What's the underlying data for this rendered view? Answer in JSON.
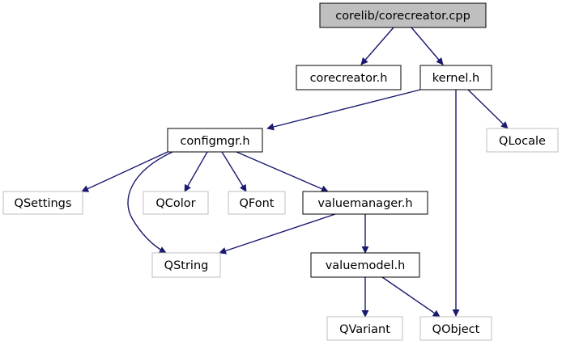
{
  "diagram": {
    "colors": {
      "edge": "#191970",
      "root_fill": "#bfbfbf",
      "documented_border": "#000000",
      "external_border": "#bfbfbf",
      "text": "#000000",
      "background": "#ffffff"
    },
    "nodes": {
      "corecreator_cpp": {
        "label": "corelib/corecreator.cpp",
        "kind": "root"
      },
      "corecreator_h": {
        "label": "corecreator.h",
        "kind": "documented"
      },
      "kernel_h": {
        "label": "kernel.h",
        "kind": "documented"
      },
      "configmgr_h": {
        "label": "configmgr.h",
        "kind": "documented"
      },
      "qlocale": {
        "label": "QLocale",
        "kind": "external"
      },
      "qsettings": {
        "label": "QSettings",
        "kind": "external"
      },
      "qcolor": {
        "label": "QColor",
        "kind": "external"
      },
      "qfont": {
        "label": "QFont",
        "kind": "external"
      },
      "valuemanager_h": {
        "label": "valuemanager.h",
        "kind": "documented"
      },
      "qstring": {
        "label": "QString",
        "kind": "external"
      },
      "valuemodel_h": {
        "label": "valuemodel.h",
        "kind": "documented"
      },
      "qvariant": {
        "label": "QVariant",
        "kind": "external"
      },
      "qobject": {
        "label": "QObject",
        "kind": "external"
      }
    },
    "edges": [
      {
        "from": "corecreator_cpp",
        "to": "corecreator_h"
      },
      {
        "from": "corecreator_cpp",
        "to": "kernel_h"
      },
      {
        "from": "kernel_h",
        "to": "configmgr_h"
      },
      {
        "from": "kernel_h",
        "to": "qlocale"
      },
      {
        "from": "kernel_h",
        "to": "qobject"
      },
      {
        "from": "configmgr_h",
        "to": "qsettings"
      },
      {
        "from": "configmgr_h",
        "to": "qstring"
      },
      {
        "from": "configmgr_h",
        "to": "qcolor"
      },
      {
        "from": "configmgr_h",
        "to": "qfont"
      },
      {
        "from": "configmgr_h",
        "to": "valuemanager_h"
      },
      {
        "from": "valuemanager_h",
        "to": "qstring"
      },
      {
        "from": "valuemanager_h",
        "to": "valuemodel_h"
      },
      {
        "from": "valuemodel_h",
        "to": "qvariant"
      },
      {
        "from": "valuemodel_h",
        "to": "qobject"
      }
    ]
  }
}
